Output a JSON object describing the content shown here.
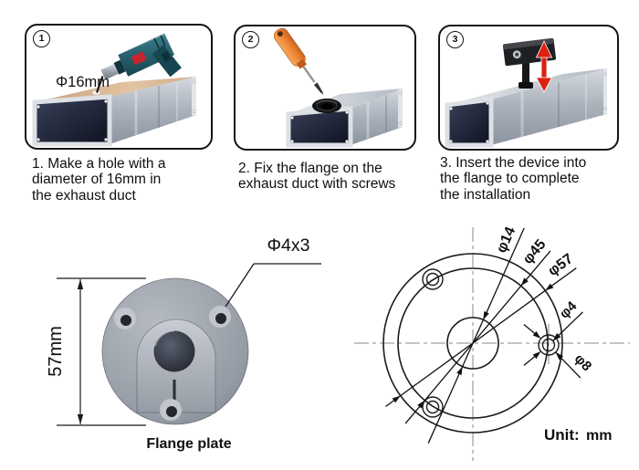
{
  "steps": [
    {
      "badge": "1",
      "overlay_label": "Φ16mm",
      "caption_lines": [
        "1. Make a hole with a",
        "diameter of 16mm in",
        "the exhaust duct"
      ]
    },
    {
      "badge": "2",
      "caption_lines": [
        "2. Fix the flange on the",
        "exhaust duct with screws"
      ]
    },
    {
      "badge": "3",
      "caption_lines": [
        "3. Insert the device into",
        "the flange to complete",
        "the installation"
      ]
    }
  ],
  "flange_photo": {
    "height_label": "57mm",
    "hole_label": "Φ4x3",
    "caption": "Flange plate"
  },
  "drawing": {
    "labels": {
      "inner": "φ14",
      "bolt_circle": "φ45",
      "outer": "φ57",
      "hole": "φ4",
      "counterbore": "φ8"
    },
    "unit_label": "Unit:",
    "unit_value": "mm"
  },
  "colors": {
    "panel_border": "#141414",
    "drill_body": "#2c6a78",
    "screwdriver_handle": "#ef8f3e",
    "arrow_red": "#dd2012",
    "flange_gray": "#9aa0a9",
    "duct_metal": "#aeb4bd",
    "line_black": "#1b1b1b"
  }
}
